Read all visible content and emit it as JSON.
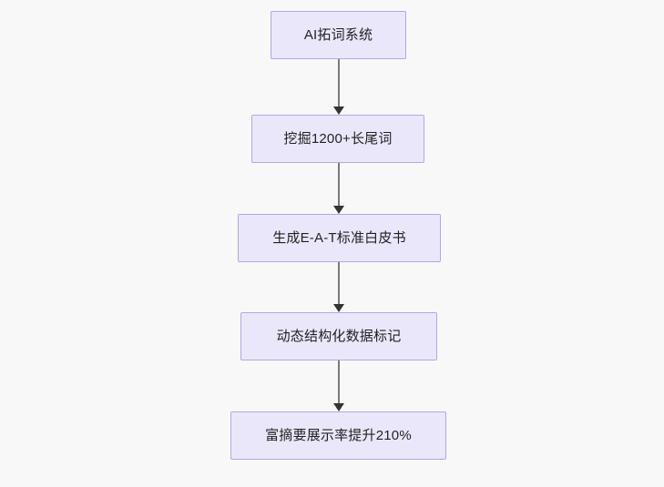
{
  "diagram": {
    "type": "flowchart",
    "direction": "top-to-bottom",
    "background_color": "#f8f8f8",
    "node_fill_color": "#ebe7fb",
    "node_border_color": "#b8a3e8",
    "node_text_color": "#1f2020",
    "edge_line_color": "#7a7a7a",
    "edge_arrow_color": "#333333",
    "nodes": [
      {
        "id": "n0",
        "label": "AI拓词系统"
      },
      {
        "id": "n1",
        "label": "挖掘1200+长尾词"
      },
      {
        "id": "n2",
        "label": "生成E-A-T标准白皮书"
      },
      {
        "id": "n3",
        "label": "动态结构化数据标记"
      },
      {
        "id": "n4",
        "label": "富摘要展示率提升210%"
      }
    ],
    "edges": [
      {
        "from": "n0",
        "to": "n1",
        "label": ""
      },
      {
        "from": "n1",
        "to": "n2",
        "label": ""
      },
      {
        "from": "n2",
        "to": "n3",
        "label": ""
      },
      {
        "from": "n3",
        "to": "n4",
        "label": ""
      }
    ]
  }
}
